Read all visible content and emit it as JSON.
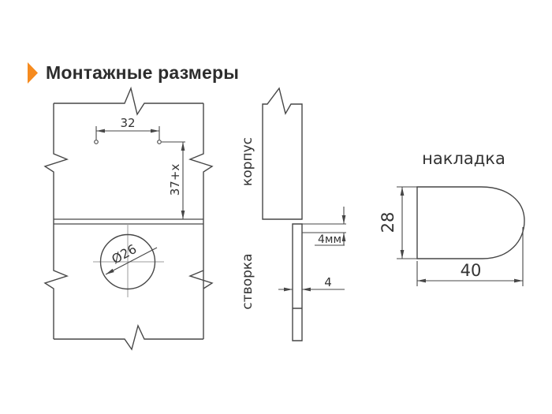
{
  "title": {
    "text": "Монтажные размеры"
  },
  "colors": {
    "accent": "#f68b1f",
    "line": "#474747",
    "center_line": "#9b9b9b",
    "text": "#333333",
    "background": "#ffffff"
  },
  "views": {
    "front": {
      "hole_spacing": "32",
      "vertical_offset": "37+x",
      "cup_diameter": "Ø26"
    },
    "side": {
      "cabinet_label": "корпус",
      "door_label": "створка",
      "gap": "4мм",
      "door_thickness": "4"
    },
    "overlay": {
      "label": "накладка",
      "height": "28",
      "width": "40"
    }
  }
}
